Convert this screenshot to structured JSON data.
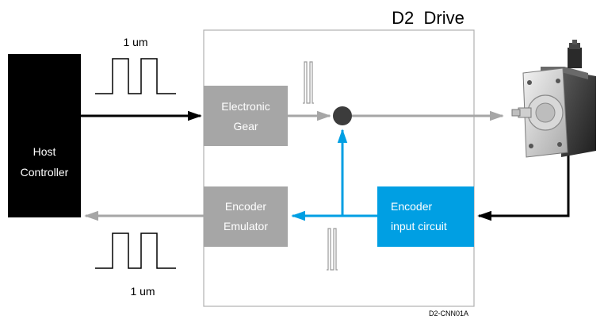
{
  "drive": {
    "title": "D2  Drive"
  },
  "host": {
    "line1": "Host",
    "line2": "Controller"
  },
  "blocks": {
    "electronic_gear": {
      "line1": "Electronic",
      "line2": "Gear"
    },
    "encoder_emulator": {
      "line1": "Encoder",
      "line2": "Emulator"
    },
    "encoder_input": {
      "line1": "Encoder",
      "line2": "input circuit"
    }
  },
  "pulses": {
    "top_label": "1 um",
    "bottom_label": "1 um"
  },
  "footer": {
    "code": "D2-CNN01A"
  },
  "colors": {
    "host_fill": "#000000",
    "block_gray": "#a6a6a6",
    "encoder_input_fill": "#009fe3",
    "signal_blue": "#009fe3",
    "signal_gray": "#a6a6a6",
    "summing_node": "#3c3c3c",
    "drive_border": "#b0b0b0"
  },
  "icons": {
    "motor": "servo-motor-icon",
    "summing_node": "summing-junction-icon"
  }
}
